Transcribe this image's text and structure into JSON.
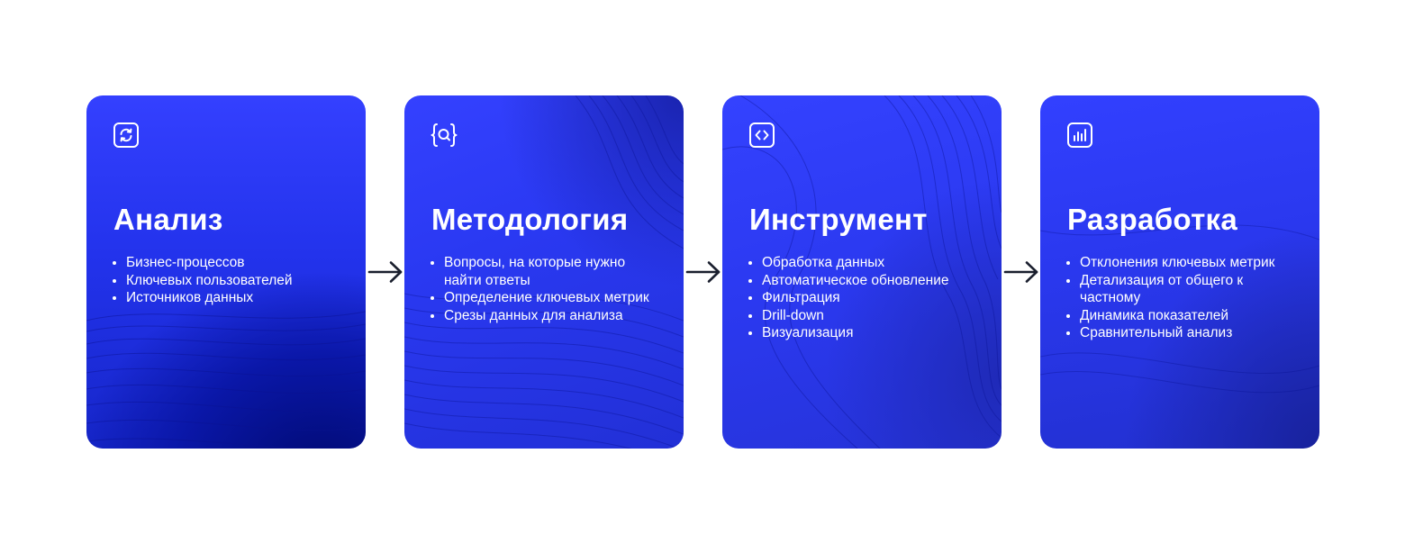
{
  "steps": [
    {
      "title": "Анализ",
      "icon": "refresh-square-icon",
      "items": [
        "Бизнес-процессов",
        "Ключевых пользователей",
        "Источников данных"
      ]
    },
    {
      "title": "Методология",
      "icon": "search-braces-icon",
      "items": [
        "Вопросы, на которые нужно найти ответы",
        "Определение ключевых метрик",
        "Срезы данных для анализа"
      ]
    },
    {
      "title": "Инструмент",
      "icon": "code-square-icon",
      "items": [
        "Обработка данных",
        "Автоматическое обновление",
        "Фильтрация",
        "Drill-down",
        "Визуализация"
      ]
    },
    {
      "title": "Разработка",
      "icon": "bar-chart-icon",
      "items": [
        "Отклонения ключевых метрик",
        "Детализация от общего к частному",
        "Динамика показателей",
        "Сравнительный анализ"
      ]
    }
  ],
  "arrow_icon": "arrow-right-icon",
  "colors": {
    "card_primary": "#2a38f0",
    "card_dark": "#00096e",
    "arrow": "#1a1f2e",
    "text": "#ffffff"
  }
}
